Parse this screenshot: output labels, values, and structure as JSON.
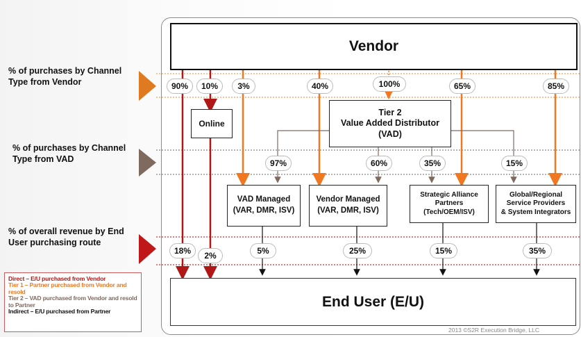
{
  "left_labels": {
    "vendor_purchases": "% of purchases by Channel Type from Vendor",
    "vad_purchases": "% of purchases by Channel Type from VAD",
    "revenue": "% of overall revenue by End User purchasing route"
  },
  "boxes": {
    "vendor": "Vendor",
    "online": "Online",
    "vad": [
      "Tier 2",
      "Value Added Distributor",
      "(VAD)"
    ],
    "vad_managed": [
      "VAD Managed",
      "(VAR, DMR, ISV)"
    ],
    "vendor_managed": [
      "Vendor Managed",
      "(VAR, DMR, ISV)"
    ],
    "strategic": [
      "Strategic Alliance",
      "Partners",
      "(Tech/OEM/ISV)"
    ],
    "global": [
      "Global/Regional",
      "Service Providers",
      "& System Integrators"
    ],
    "end_user": "End User (E/U)"
  },
  "vendor_percentages": [
    "90%",
    "10%",
    "3%",
    "40%",
    "100%",
    "65%",
    "85%"
  ],
  "vad_percentages": [
    "97%",
    "60%",
    "35%",
    "15%"
  ],
  "revenue_percentages": [
    "18%",
    "2%",
    "5%",
    "25%",
    "15%",
    "35%"
  ],
  "legend": [
    {
      "text": "Direct – E/U purchased from Vendor",
      "color": "#b01818"
    },
    {
      "text": "Tier 1 – Partner purchased from Vendor and resold",
      "color": "#f07820"
    },
    {
      "text": "Tier 2 – VAD purchased from Vendor and resold to Partner",
      "color": "#7f6a60"
    },
    {
      "text": "Indirect – E/U purchased from Partner",
      "color": "#111111"
    }
  ],
  "copyright": "2013 ©S2R Execution Bridge, LLC",
  "colors": {
    "direct": "#b01818",
    "tier1": "#f07820",
    "tier2": "#7f6a60",
    "indirect": "#111111",
    "band_orange": "#f0a060",
    "band_gray": "#888888",
    "band_red": "#d03030"
  }
}
